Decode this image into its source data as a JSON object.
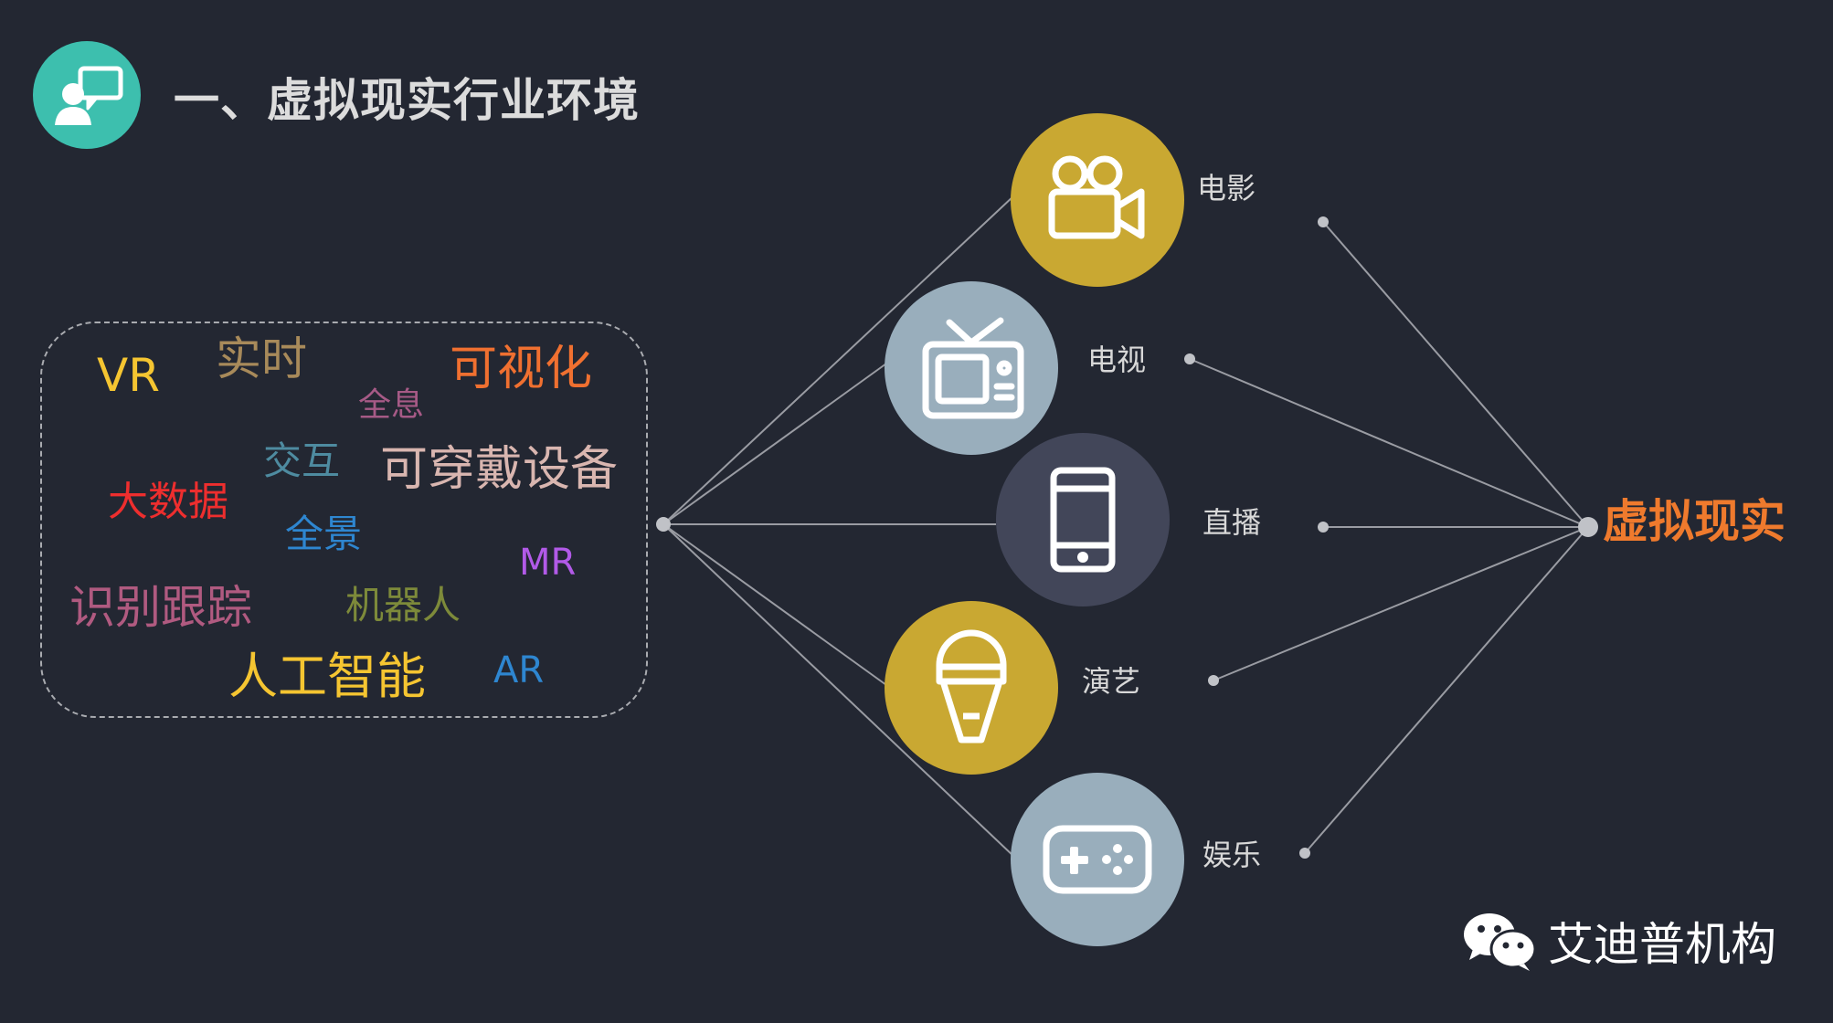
{
  "header": {
    "title": "一、虚拟现实行业环境"
  },
  "word_cloud": {
    "words": [
      {
        "text": "VR",
        "color": "#f5c531"
      },
      {
        "text": "实时",
        "color": "#a88a5a"
      },
      {
        "text": "可视化",
        "color": "#f07030"
      },
      {
        "text": "全息",
        "color": "#a65a86"
      },
      {
        "text": "交互",
        "color": "#4e8ba0"
      },
      {
        "text": "可穿戴设备",
        "color": "#d9b6b0"
      },
      {
        "text": "大数据",
        "color": "#ee2e2e"
      },
      {
        "text": "全景",
        "color": "#2e86d0"
      },
      {
        "text": "MR",
        "color": "#b25ae8"
      },
      {
        "text": "识别跟踪",
        "color": "#b05a80"
      },
      {
        "text": "机器人",
        "color": "#7d8a3a"
      },
      {
        "text": "人工智能",
        "color": "#f5c531"
      },
      {
        "text": "AR",
        "color": "#2e86d0"
      }
    ]
  },
  "nodes": [
    {
      "label": "电影",
      "icon": "movie-camera-icon",
      "color": "#c9a832"
    },
    {
      "label": "电视",
      "icon": "tv-icon",
      "color": "#99aebc"
    },
    {
      "label": "直播",
      "icon": "smartphone-icon",
      "color": "#424659"
    },
    {
      "label": "演艺",
      "icon": "microphone-icon",
      "color": "#c9a832"
    },
    {
      "label": "娱乐",
      "icon": "gamepad-icon",
      "color": "#99aebc"
    }
  ],
  "target": {
    "label": "虚拟现实",
    "color": "#ef7a2d"
  },
  "footer": {
    "brand": "艾迪普机构",
    "icon": "wechat-icon"
  },
  "colors": {
    "background": "#232732",
    "header_icon_bg": "#3dbfae",
    "line": "#9a9ca3"
  }
}
